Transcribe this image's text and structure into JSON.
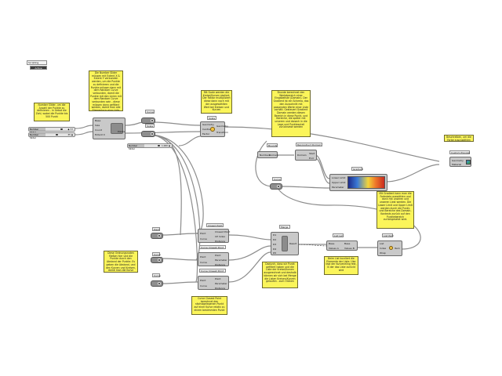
{
  "toolbar": {
    "title": "Scripting",
    "sub_label": "Active"
  },
  "notes": {
    "n1": "Number Slider, um die Anzahl der Punkte zu definieren - in Gebot die Zahl, wobei die Punkte bis 500 Punkt",
    "n2": "Die Number Slider müssen mit Extent X & Extent Y verbunden werden, um die Punkte zu definieren und die Punkte müssen dann mit dem Random Curve verbunden, damit die Punkte mit den Linien mit dem Random Curve verbunden sein - diese müssen dann gefiltert werden, damit man alle Elemente in eine Liste zum Zusammenfügen zusammenfügt.",
    "n3": "Mit Scale werden die Kreise/Kurven skaliert. Der Faktor multipliziert diese dann noch mit der ausgewählten Wert bei Kreisen und Kurven",
    "n4": "Brunde berechnet den Wertebereich einer Eingabeliste (Domain). Der Gradient ist ein Schema, das den Ausschnitt mit passenden Werte einer Liste vorhält. Gesteuert Gradient Domain werden diesen Bereich in diese Punkt- und Bereiche, die später mit unseren und danach in die Lage und Punktezuteil zurücksetzt werden",
    "n5": "Beschreiben, um die Farbe auszuwählen",
    "n6": "Mit Gradient kann man die Farbskala auswählen und dann mit unseren und unseren Liest werden. Die Lower Limit und Upper Limit werden durch die Punkt- und Bereiche des Domain-Kontexts zurück auf den Punktebereich zurückgesetzt wird.",
    "n7": "Diese Ordnungsnoten fließen hier und die Punkte durch den Abstand der Punkte. Es geben die Abstand, und den Kurven und Kreisen, damit man die Kurve",
    "n8": "Dadurch, dass wir Punkt gefiltert haben und die Liste der Kreise/Kurven ausgerechnet und deshalb können wir sich bei Menge die Listen Kreisen/Kurven gelaufen - zum Ordnen",
    "n9": "Beim List kurzliert die Elemente der Liste. Hier legt der Kurveneling fest, in der das Liste zurückt wird",
    "n10": "Curve Closest Point berechnet den nächstgelegenen Punkt auf einer Kurve relativ zu einem bestimmten Punkt"
  },
  "sliders": {
    "s1": {
      "name": "Number Slider",
      "value": "◆ 77"
    },
    "s2": {
      "name": "Number Slider",
      "value": "35 ◆"
    },
    "s3": {
      "name": "Number Slider",
      "value": "1.000 ◆"
    }
  },
  "captions": {
    "curve": "Curve",
    "scale": "Scale",
    "bounds": "Bounds",
    "reconstruct": "Reconstruct Domain",
    "gradient": "Gradient",
    "custom_preview": "Custom Preview",
    "closed_curve": "Closed Point",
    "point": "Point",
    "curve2": "Curve",
    "curve_closed_point": "Curve Closest Point",
    "merge": "Merge",
    "list_len": "List Len",
    "list_item": "List Item"
  },
  "comp_pop": {
    "inputs": [
      "Base",
      "Size",
      "Count",
      "Extent X"
    ],
    "outputs": [
      "Points"
    ]
  },
  "comp_scale": {
    "inputs": [
      "Geometry",
      "Centre",
      "Factor"
    ],
    "outputs": [
      "Geometry",
      "Transform"
    ]
  },
  "comp_bounds": {
    "inputs": [
      "Numbers"
    ],
    "outputs": [
      "Domain"
    ]
  },
  "comp_recon": {
    "inputs": [
      "Domain"
    ],
    "outputs": [
      "Start",
      "End"
    ]
  },
  "comp_grad": {
    "inputs": [
      "Lower Limit",
      "Upper Limit",
      "Parameter"
    ],
    "outputs": [
      "Colour"
    ]
  },
  "comp_preview": {
    "inputs": [
      "Geometry",
      "Material"
    ]
  },
  "comp_ccp1": {
    "inputs": [
      "Point",
      "Curve"
    ],
    "outputs": [
      "Closest Point",
      "CP Index",
      "Distance"
    ]
  },
  "comp_ccp2": {
    "inputs": [
      "Point",
      "Curve"
    ],
    "outputs": [
      "Point",
      "Parameter",
      "Distance"
    ]
  },
  "comp_ccp3": {
    "inputs": [
      "Point",
      "Curve"
    ],
    "outputs": [
      "Point",
      "Parameter",
      "Distance"
    ]
  },
  "comp_merge": {
    "inputs": [
      "D1",
      "D2",
      "D3",
      "D4",
      "D5"
    ],
    "outputs": [
      "Result"
    ]
  },
  "comp_listlen": {
    "inputs": [
      "Base",
      "Values A"
    ],
    "outputs": [
      "Base",
      "Values B"
    ]
  },
  "comp_listitem": {
    "inputs": [
      "List",
      "Index",
      "Wrap"
    ],
    "outputs": [
      "Item"
    ]
  },
  "colors": {
    "canvas": "#ffffff",
    "note": "#fbf55a",
    "component": "#c9c9c9",
    "wire": "#8a8a8a"
  }
}
